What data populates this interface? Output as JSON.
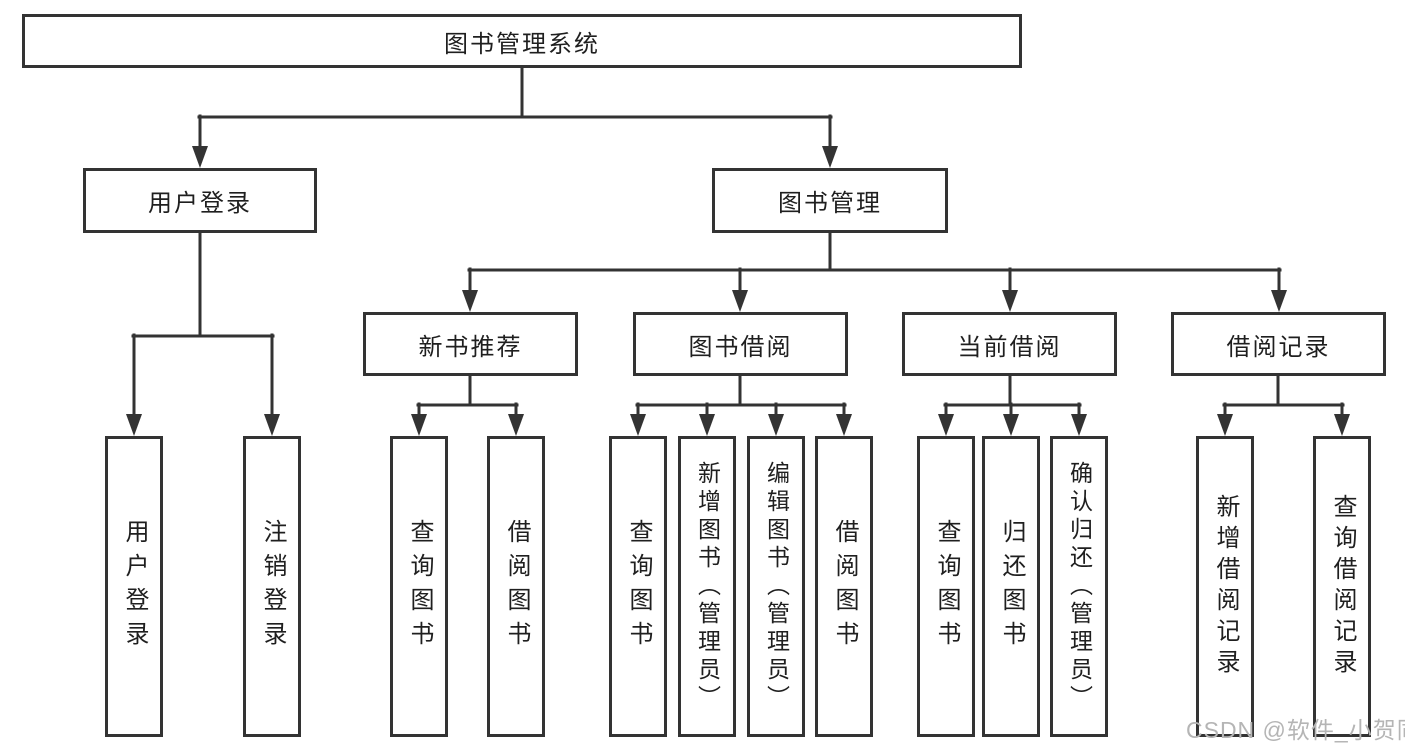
{
  "tree": {
    "label": "图书管理系统",
    "children": [
      {
        "label": "用户登录",
        "children": [
          {
            "label": "用户登录"
          },
          {
            "label": "注销登录"
          }
        ]
      },
      {
        "label": "图书管理",
        "children": [
          {
            "label": "新书推荐",
            "children": [
              {
                "label": "查询图书"
              },
              {
                "label": "借阅图书"
              }
            ]
          },
          {
            "label": "图书借阅",
            "children": [
              {
                "label": "查询图书"
              },
              {
                "label": "新增图书（管理员）"
              },
              {
                "label": "编辑图书（管理员）"
              },
              {
                "label": "借阅图书"
              }
            ]
          },
          {
            "label": "当前借阅",
            "children": [
              {
                "label": "查询图书"
              },
              {
                "label": "归还图书"
              },
              {
                "label": "确认归还（管理员）"
              }
            ]
          },
          {
            "label": "借阅记录",
            "children": [
              {
                "label": "新增借阅记录"
              },
              {
                "label": "查询借阅记录"
              }
            ]
          }
        ]
      }
    ]
  },
  "watermark": {
    "text": "CSDN @软件_小贺同学"
  },
  "colors": {
    "line": "#333333",
    "box_border": "#333333",
    "text": "#1f1f1f",
    "watermark": "#b5b5b5",
    "background": "#ffffff"
  }
}
